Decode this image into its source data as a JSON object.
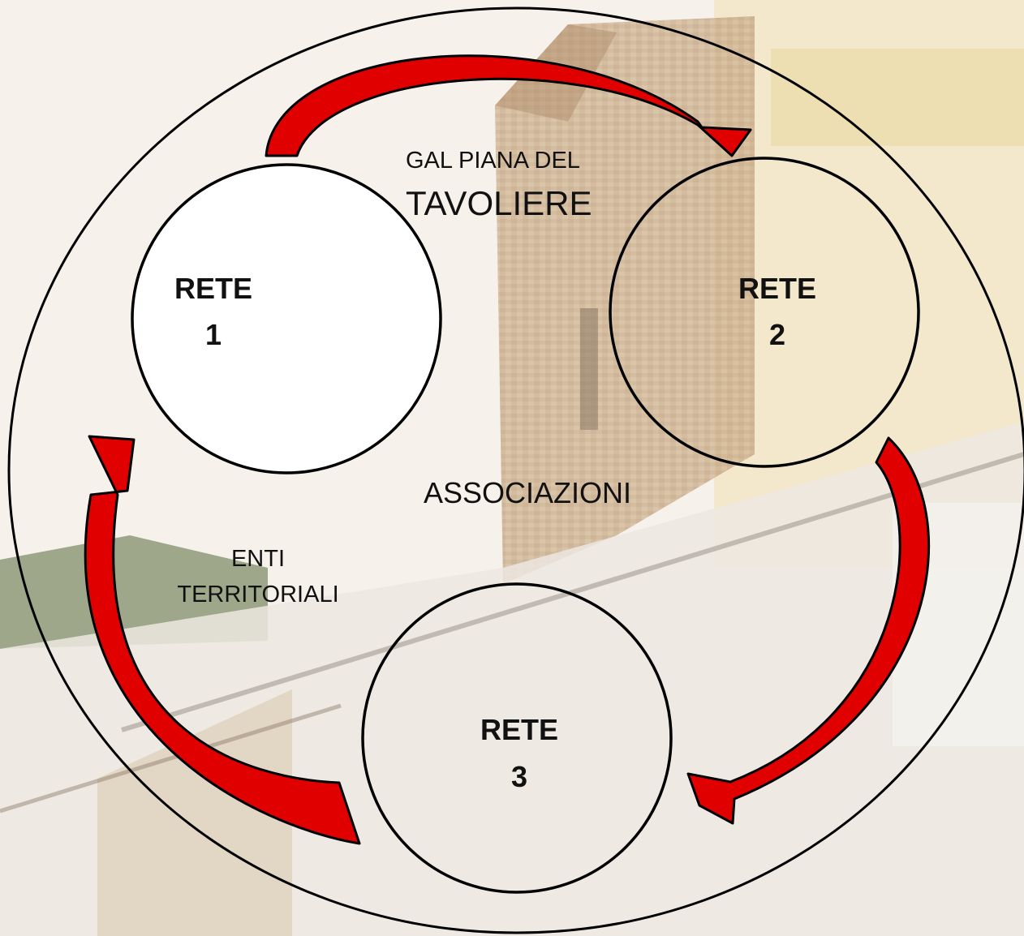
{
  "colors": {
    "arrow_fill": "#e00000",
    "arrow_stroke": "#000000",
    "circle_stroke": "#000000",
    "circle_fill": "#ffffff"
  },
  "labels": {
    "gal_line1": "GAL PIANA DEL",
    "gal_line2": "TAVOLIERE",
    "associazioni": "ASSOCIAZIONI",
    "enti_line1": "ENTI",
    "enti_line2": "TERRITORIALI"
  },
  "networks": [
    {
      "line1": "RETE",
      "line2": "1"
    },
    {
      "line1": "RETE",
      "line2": "2"
    },
    {
      "line1": "RETE",
      "line2": "3"
    }
  ],
  "background": {
    "description_icon": "photo-background-building"
  }
}
